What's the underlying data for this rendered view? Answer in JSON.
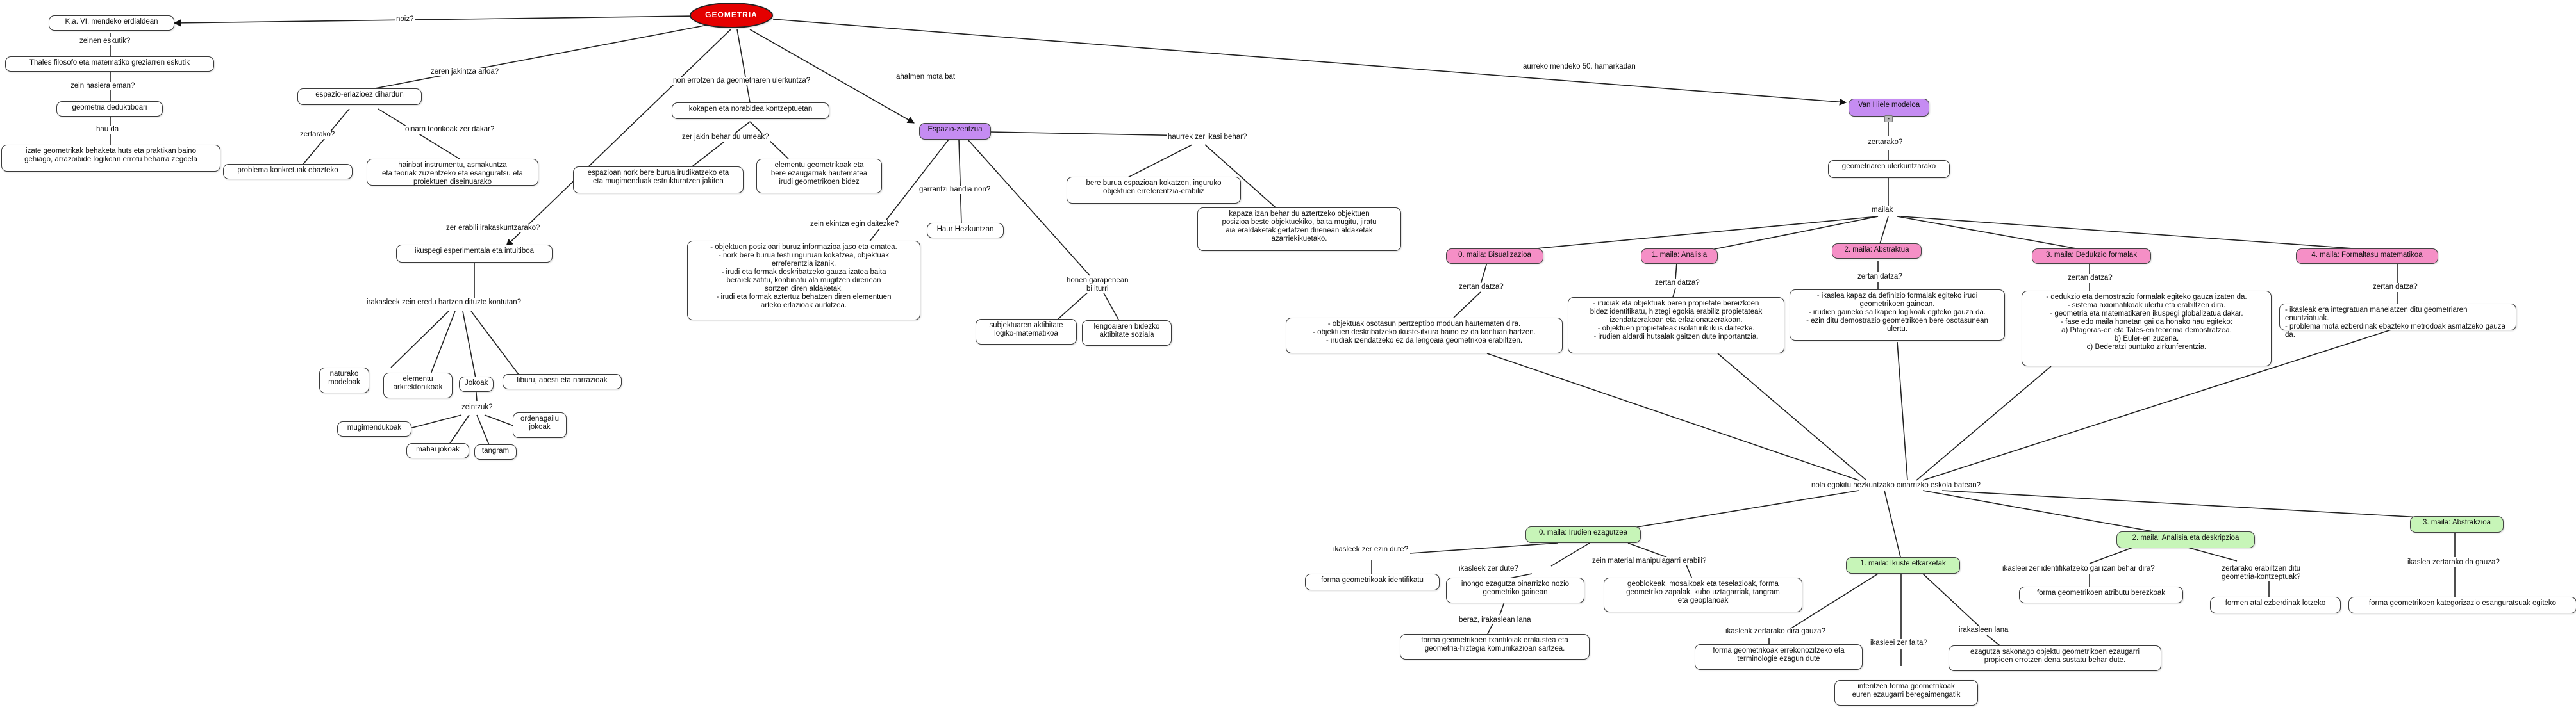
{
  "nodes": {
    "root": "GEOMETRIA",
    "ka_vi": "K.a. VI. mendeko erdialdean",
    "thales": "Thales filosofo eta matematiko greziarren eskutik",
    "deduktiboari": "geometria deduktiboari",
    "izate": "izate geometrikak behaketa huts eta praktikan baino\ngehiago, arrazoibide logikoan errotu beharra zegoela",
    "espazio_erlazioez": "espazio-erlazioez dihardun",
    "problema_konkretuak": "problema konkretuak ebazteko",
    "hainbat_instrumentu": "hainbat instrumentu, asmakuntza\neta teoriak zuzentzeko eta esanguratsu eta proiektuen diseinuarako",
    "kokapen": "kokapen eta norabidea kontzeptuetan",
    "espazioan_nork": "espazioan nork bere burua irudikatzeko eta\neta mugimenduak estrukturatzen jakitea",
    "elementu_geometrikoak": "elementu geometrikoak eta\nbere ezaugarriak hautematea\nirudi geometrikoen bidez",
    "espazio_zentzua": "Espazio-zentzua",
    "bere_burua": "bere burua espazioan kokatzen, inguruko\nobjektuen erreferentzia-erabiliz",
    "kapaza": "kapaza izan behar du aztertzeko objektuen\nposizioa beste objektuekiko, baita mugitu, jiratu\naia eraldaketak gertatzen direnean aldaketak\nazarriekikuetako.",
    "haur_hezkuntzan": "Haur Hezkuntzan",
    "objektuen_posizioari": "- objektuen posizioari buruz informazioa jaso eta ematea.\n- nork bere burua testuinguruan kokatzea, objektuak\nerreferentzia izanik.\n- irudi eta formak deskribatzeko gauza izatea baita\nberaiek zatitu, konbinatu ala mugitzen direnean\nsortzen diren aldaketak.\n- irudi eta formak aztertuz behatzen diren elementuen\narteko erlazioak aurkitzea.",
    "subjektuaren": "subjektuaren aktibitate\nlogiko-matematikoa",
    "lengoaiaren": "lengoaiaren bidezko\naktibitate soziala",
    "ikuspegi": "ikuspegi esperimentala eta intuitiboa",
    "naturako": "naturako\nmodeloak",
    "elementu_arkitektonikoak": "elementu\narkitektonikoak",
    "jokoak": "Jokoak",
    "liburu": "liburu, abesti eta narrazioak",
    "mugimendukoak": "mugimendukoak",
    "mahai_jokoak": "mahai jokoak",
    "tangram": "tangram",
    "ordenagailu": "ordenagailu\njokoak",
    "van_hiele": "Van Hiele modeloa",
    "geometriaren": "geometriaren ulerkuntzarako",
    "maila0": "0. maila: Bisualizazioa",
    "maila1": "1. maila: Analisia",
    "maila2": "2. maila: Abstraktua",
    "maila3": "3. maila: Dedukzio formalak",
    "maila4": "4. maila: Formaltasu matematikoa",
    "m0_desc": "- objektuak osotasun pertzeptibo moduan hautematen dira.\n- objektuen deskribatzeko ikuste-itxura baino ez da kontuan hartzen.\n- irudiak izendatzeko ez da lengoaia geometrikoa erabiltzen.",
    "m1_desc": "- irudiak eta objektuak beren propietate bereizkoen\nbidez identifikatu, hiztegi egokia erabiliz propietateak\nizendatzerakoan eta erlazionatzerakoan.\n- objektuen propietateak isolaturik ikus daitezke.\n- irudien aldardi hutsalak gaitzen dute inportantzia.",
    "m2_desc": "- ikaslea kapaz da definizio formalak egiteko irudi\ngeometrikoen gainean.\n- irudien gaineko sailkapen logikoak egiteko gauza da.\n- ezin ditu demostrazio geometrikoen bere osotasunean\nulertu.",
    "m3_desc": "- dedukzio eta demostrazio formalak egiteko gauza izaten da.\n- sistema axiomatikoak ulertu eta erabiltzen dira.\n- geometria eta matematikaren ikuspegi globalizatua dakar.\n- fase edo maila honetan gai da honako hau egiteko:\na) Pitagoras-en eta Tales-en teorema demostratzea.\nb) Euler-en zuzena.\nc) Bederatzi puntuko zirkunferentzia.",
    "m4_desc": "- ikasleak era integratuan maneiatzen ditu geometriaren enuntziatuak.\n- problema mota ezberdinak ebazteko metrodoak asmatzeko gauza da.",
    "h_maila0": "0. maila: Irudien ezagutzea",
    "h_maila1": "1. maila: Ikuste etkarketak",
    "h_maila2": "2. maila: Analisia eta deskripzioa",
    "h_maila3": "3. maila: Abstrakzioa",
    "forma_identifikatu": "forma geometrikoak identifikatu",
    "inongo": "inongo ezagutza oinarrizko nozio\ngeometriko gainean",
    "geoblokeak": "geoblokeak, mosaikoak eta teselazioak, forma\ngeometriko zapalak, kubo uztagarriak, tangram\neta geoplanoak",
    "forma_ttantiloiak": "forma geometrikoen txantiloiak erakustea eta\ngeometria-hiztegia komunikazioan sartzea.",
    "forma_errekonozitzeko": "forma geometrikoak errekonozitzeko eta\nterminologie ezagun dute",
    "inferitzea": "inferitzea forma geometrikoak\neuren ezaugarri beregaimengatik",
    "ezagutza_sakonago": "ezagutza sakonago objektu geometrikoen ezaugarri\npropioen errotzen dena sustatu behar dute.",
    "forma_atributu": "forma geometrikoen atributu berezkoak",
    "formen_atal": "formen atal ezberdinak lotzeko",
    "forma_kategorizazio": "forma geometrikoen kategorizazio esanguratsuak egiteko"
  },
  "labels": {
    "noiz": "noiz?",
    "zeinen_eskutik": "zeinen eskutik?",
    "zein_hasiera": "zein hasiera eman?",
    "hau_da": "hau da",
    "zeren_jakintza": "zeren jakintza arloa?",
    "zertarako_1": "zertarako?",
    "oinarri_teorikoak": "oinarri teorikoak zer dakar?",
    "non_errotzen": "non errotzen da geometriaren ulerkuntza?",
    "zer_jakin": "zer jakin behar du umeak?",
    "ahalmen": "ahalmen mota bat",
    "haurrek_zer": "haurrek zer ikasi behar?",
    "garrantzi": "garrantzi handia non?",
    "zein_ekintza": "zein ekintza egin daitezke?",
    "honen_garapenean": "honen garapenean\nbi iturri",
    "zer_erabili": "zer erabili irakaskuntzarako?",
    "irakasleek": "irakasleek zein eredu hartzen dituzte kontutan?",
    "zeintzuk": "zeintzuk?",
    "aurreko": "aurreko mendeko 50. hamarkadan",
    "zertarako_2": "zertarako?",
    "mailak": "mailak",
    "zertan_0": "zertan datza?",
    "zertan_1": "zertan datza?",
    "zertan_2": "zertan datza?",
    "zertan_3": "zertan datza?",
    "zertan_4": "zertan datza?",
    "nola_egokitu": "nola egokitu hezkuntzako oinarrizko eskola batean?",
    "ikasleek_zer_ezin": "ikasleek zer ezin dute?",
    "ikasleek_zer_dute": "ikasleek zer dute?",
    "zein_material": "zein material manipulagarri erabili?",
    "beraz_irakaslean": "beraz, irakaslean lana",
    "ikasleak_zertarako": "ikasleak zertarako dira gauza?",
    "ikasleei_zer": "ikasleei zer falta?",
    "irakasleen_lana": "irakasleen lana",
    "ikasleei_zer_identifikatzeko": "ikasleei zer identifikatzeko gai izan behar dira?",
    "zertarako_erabiltzen": "zertarako erabiltzen ditu\ngeometria-kontzeptuak?",
    "ikaslea_zertarako": "ikaslea zertarako da gauza?"
  },
  "colors": {
    "root": "#e40000",
    "espazio": "#c58cf2",
    "maila": "#f58fc6",
    "hezkuntza_maila": "#c7f5b8"
  }
}
